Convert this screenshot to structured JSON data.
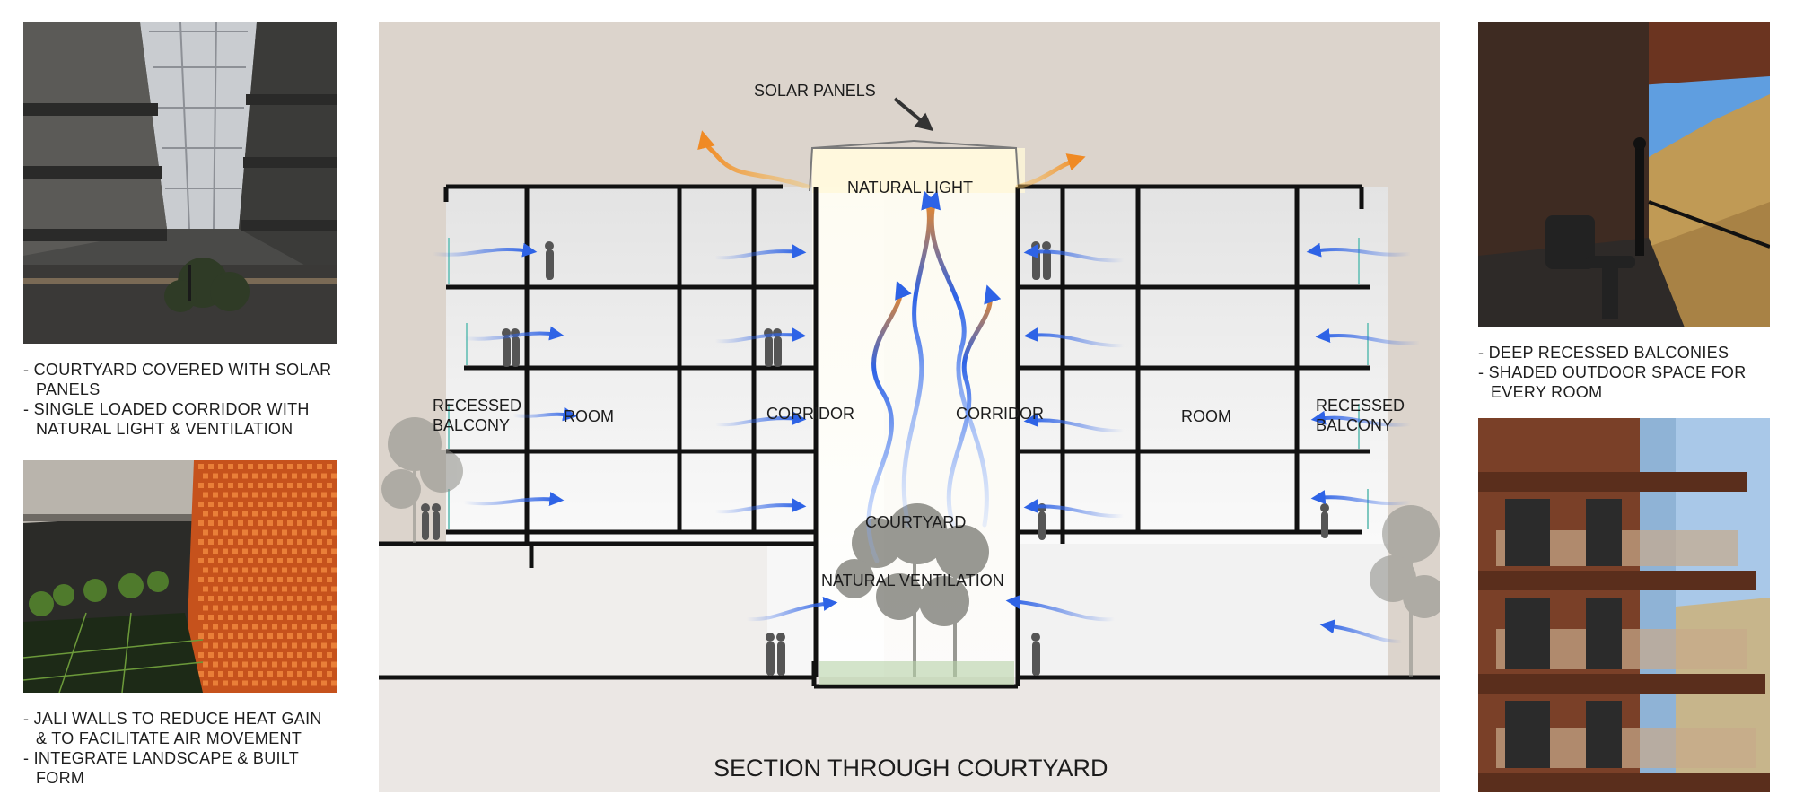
{
  "left_panel": {
    "photo_top": {
      "name": "atrium-photo"
    },
    "caption_top": [
      "- COURTYARD COVERED WITH SOLAR",
      "PANELS",
      "- SINGLE LOADED CORRIDOR WITH",
      "NATURAL LIGHT & VENTILATION"
    ],
    "photo_bottom": {
      "name": "jali-wall-photo"
    },
    "caption_bottom": [
      "- JALI WALLS TO REDUCE HEAT GAIN",
      "& TO FACILITATE AIR MOVEMENT",
      "- INTEGRATE LANDSCAPE & BUILT",
      "FORM"
    ]
  },
  "section": {
    "title": "SECTION THROUGH COURTYARD",
    "labels": {
      "solar_panels": "SOLAR PANELS",
      "natural_light": "NATURAL LIGHT",
      "recessed_balcony_left_1": "RECESSED",
      "recessed_balcony_left_2": "BALCONY",
      "room_left": "ROOM",
      "corridor_left": "CORRIDOR",
      "corridor_right": "CORRIDOR",
      "room_right": "ROOM",
      "recessed_balcony_right_1": "RECESSED",
      "recessed_balcony_right_2": "BALCONY",
      "courtyard": "COURTYARD",
      "natural_ventilation": "NATURAL VENTILATION"
    },
    "colors": {
      "background": "#dcd4cc",
      "airflow": "#2e63e6",
      "hot_air": "#f08a24",
      "structure": "#111111"
    }
  },
  "right_panel": {
    "photo_top": {
      "name": "balcony-photo"
    },
    "caption_top": [
      "- DEEP RECESSED BALCONIES",
      "- SHADED OUTDOOR SPACE FOR",
      "EVERY ROOM"
    ],
    "photo_bottom": {
      "name": "facade-photo"
    }
  }
}
